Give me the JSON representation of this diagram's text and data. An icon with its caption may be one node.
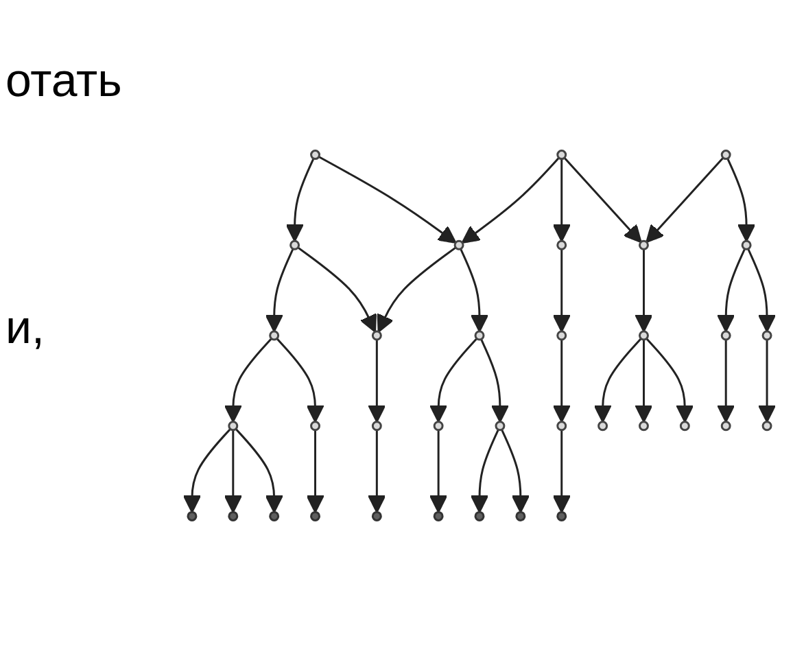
{
  "diagram": {
    "nodes": [
      {
        "text": [],
        "shape": "circle"
      },
      {
        "text": [],
        "shape": "circle"
      },
      {
        "text": [],
        "shape": "circle"
      },
      {
        "text": [],
        "shape": "circle"
      },
      {
        "text": [],
        "shape": "circle"
      },
      {
        "text": [],
        "shape": "circle"
      },
      {
        "text": [],
        "shape": "circle"
      },
      {
        "text": [],
        "shape": "circle"
      },
      {
        "text": [],
        "shape": "circle"
      },
      {
        "text": [],
        "shape": "circle"
      },
      {
        "text": [],
        "shape": "circle"
      },
      {
        "text": [],
        "shape": "circle"
      },
      {
        "text": [],
        "shape": "circle"
      },
      {
        "text": [],
        "shape": "circle"
      },
      {
        "text": [],
        "shape": "circle"
      },
      {
        "text": [],
        "shape": "circle"
      },
      {
        "text": [],
        "shape": "circle"
      },
      {
        "text": [],
        "shape": "circle"
      },
      {
        "text": [],
        "shape": "circle"
      },
      {
        "text": [],
        "shape": "circle"
      },
      {
        "text": [],
        "shape": "circle"
      },
      {
        "text": [],
        "shape": "circle"
      },
      {
        "text": [],
        "shape": "circle"
      },
      {
        "text": [],
        "shape": "circle"
      },
      {
        "text": [],
        "shape": "circle"
      },
      {
        "text": [],
        "shape": "circle"
      },
      {
        "text": [],
        "shape": "circle"
      },
      {
        "text": [],
        "shape": "circle"
      },
      {
        "text": [],
        "shape": "circle"
      },
      {
        "text": [],
        "shape": "circle"
      },
      {
        "text": [],
        "shape": "circle"
      },
      {
        "text": [],
        "shape": "circle"
      },
      {
        "text": [],
        "shape": "circle"
      },
      {
        "text": [],
        "shape": "circle"
      },
      {
        "text": [],
        "shape": "circle"
      }
    ],
    "edges": [
      {
        "from": 0,
        "to": 3,
        "arrow": "to"
      },
      {
        "from": 0,
        "to": 4,
        "arrow": "to"
      },
      {
        "from": 1,
        "to": 4,
        "arrow": "to"
      },
      {
        "from": 1,
        "to": 5,
        "arrow": "to"
      },
      {
        "from": 1,
        "to": 6,
        "arrow": "to"
      },
      {
        "from": 2,
        "to": 6,
        "arrow": "to"
      },
      {
        "from": 2,
        "to": 7,
        "arrow": "to"
      },
      {
        "from": 3,
        "to": 8,
        "arrow": "to"
      },
      {
        "from": 3,
        "to": 9,
        "arrow": "to"
      },
      {
        "from": 4,
        "to": 9,
        "arrow": "to"
      },
      {
        "from": 4,
        "to": 10,
        "arrow": "to"
      },
      {
        "from": 5,
        "to": 11,
        "arrow": "to"
      },
      {
        "from": 6,
        "to": 12,
        "arrow": "to"
      },
      {
        "from": 7,
        "to": 13,
        "arrow": "to"
      },
      {
        "from": 7,
        "to": 14,
        "arrow": "to"
      },
      {
        "from": 8,
        "to": 15,
        "arrow": "to"
      },
      {
        "from": 8,
        "to": 16,
        "arrow": "to"
      },
      {
        "from": 9,
        "to": 17,
        "arrow": "to"
      },
      {
        "from": 10,
        "to": 18,
        "arrow": "to"
      },
      {
        "from": 10,
        "to": 19,
        "arrow": "to"
      },
      {
        "from": 11,
        "to": 20,
        "arrow": "to"
      },
      {
        "from": 12,
        "to": 30,
        "arrow": "to"
      },
      {
        "from": 12,
        "to": 31,
        "arrow": "to"
      },
      {
        "from": 12,
        "to": 32,
        "arrow": "to"
      },
      {
        "from": 13,
        "to": 33,
        "arrow": "to"
      },
      {
        "from": 14,
        "to": 34,
        "arrow": "to"
      },
      {
        "from": 15,
        "to": 21,
        "arrow": "to"
      },
      {
        "from": 15,
        "to": 22,
        "arrow": "to"
      },
      {
        "from": 15,
        "to": 23,
        "arrow": "to"
      },
      {
        "from": 16,
        "to": 24,
        "arrow": "to"
      },
      {
        "from": 17,
        "to": 25,
        "arrow": "to"
      },
      {
        "from": 18,
        "to": 26,
        "arrow": "to"
      },
      {
        "from": 19,
        "to": 27,
        "arrow": "to"
      },
      {
        "from": 19,
        "to": 28,
        "arrow": "to"
      },
      {
        "from": 20,
        "to": 29,
        "arrow": "to"
      }
    ],
    "labels": [
      "отать",
      "и,"
    ]
  }
}
